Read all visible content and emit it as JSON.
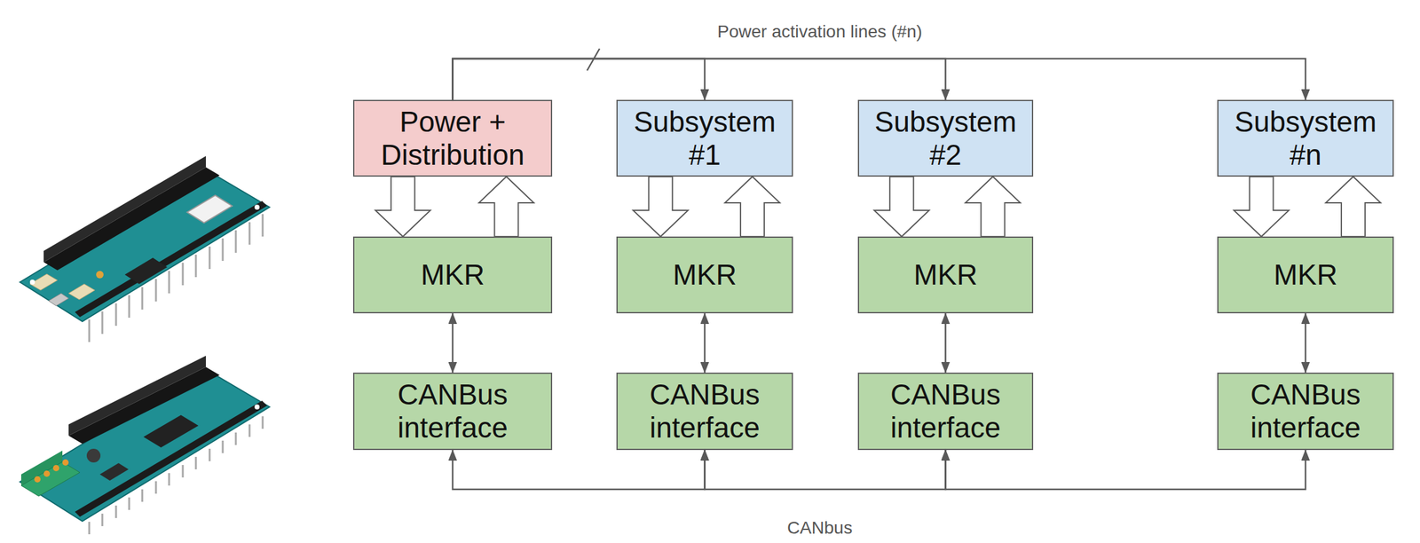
{
  "diagram": {
    "nodes": [
      {
        "text": [
          "Power + Distribution"
        ]
      },
      {
        "text": [
          "Subsystem #1"
        ]
      },
      {
        "text": [
          "Subsystem #2"
        ]
      },
      {
        "text": [
          "Subsystem #n"
        ]
      },
      {
        "text": [
          "MKR"
        ]
      },
      {
        "text": [
          "MKR"
        ]
      },
      {
        "text": [
          "MKR"
        ]
      },
      {
        "text": [
          "MKR"
        ]
      },
      {
        "text": [
          "CANBus interface"
        ]
      },
      {
        "text": [
          "CANBus interface"
        ]
      },
      {
        "text": [
          "CANBus interface"
        ]
      },
      {
        "text": [
          "CANBus interface"
        ]
      }
    ],
    "edges": [
      {
        "from": 0,
        "to": 1,
        "arrow": "to"
      },
      {
        "from": 0,
        "to": 2,
        "arrow": "to"
      },
      {
        "from": 0,
        "to": 3,
        "arrow": "to"
      },
      {
        "from": 0,
        "to": 4,
        "arrow": "to"
      },
      {
        "from": 4,
        "to": 0,
        "arrow": "to"
      },
      {
        "from": 1,
        "to": 5,
        "arrow": "to"
      },
      {
        "from": 5,
        "to": 1,
        "arrow": "to"
      },
      {
        "from": 2,
        "to": 6,
        "arrow": "to"
      },
      {
        "from": 6,
        "to": 2,
        "arrow": "to"
      },
      {
        "from": 3,
        "to": 7,
        "arrow": "to"
      },
      {
        "from": 7,
        "to": 3,
        "arrow": "to"
      },
      {
        "from": 4,
        "to": 8,
        "arrow": "both"
      },
      {
        "from": 5,
        "to": 9,
        "arrow": "both"
      },
      {
        "from": 6,
        "to": 10,
        "arrow": "both"
      },
      {
        "from": 7,
        "to": 11,
        "arrow": "both"
      },
      {
        "from": 8,
        "to": 9,
        "arrow": "both"
      },
      {
        "from": 9,
        "to": 10,
        "arrow": "both"
      },
      {
        "from": 10,
        "to": 11,
        "arrow": "both"
      }
    ],
    "labels": [
      "Power activation lines (#n)",
      "CANbus"
    ]
  }
}
